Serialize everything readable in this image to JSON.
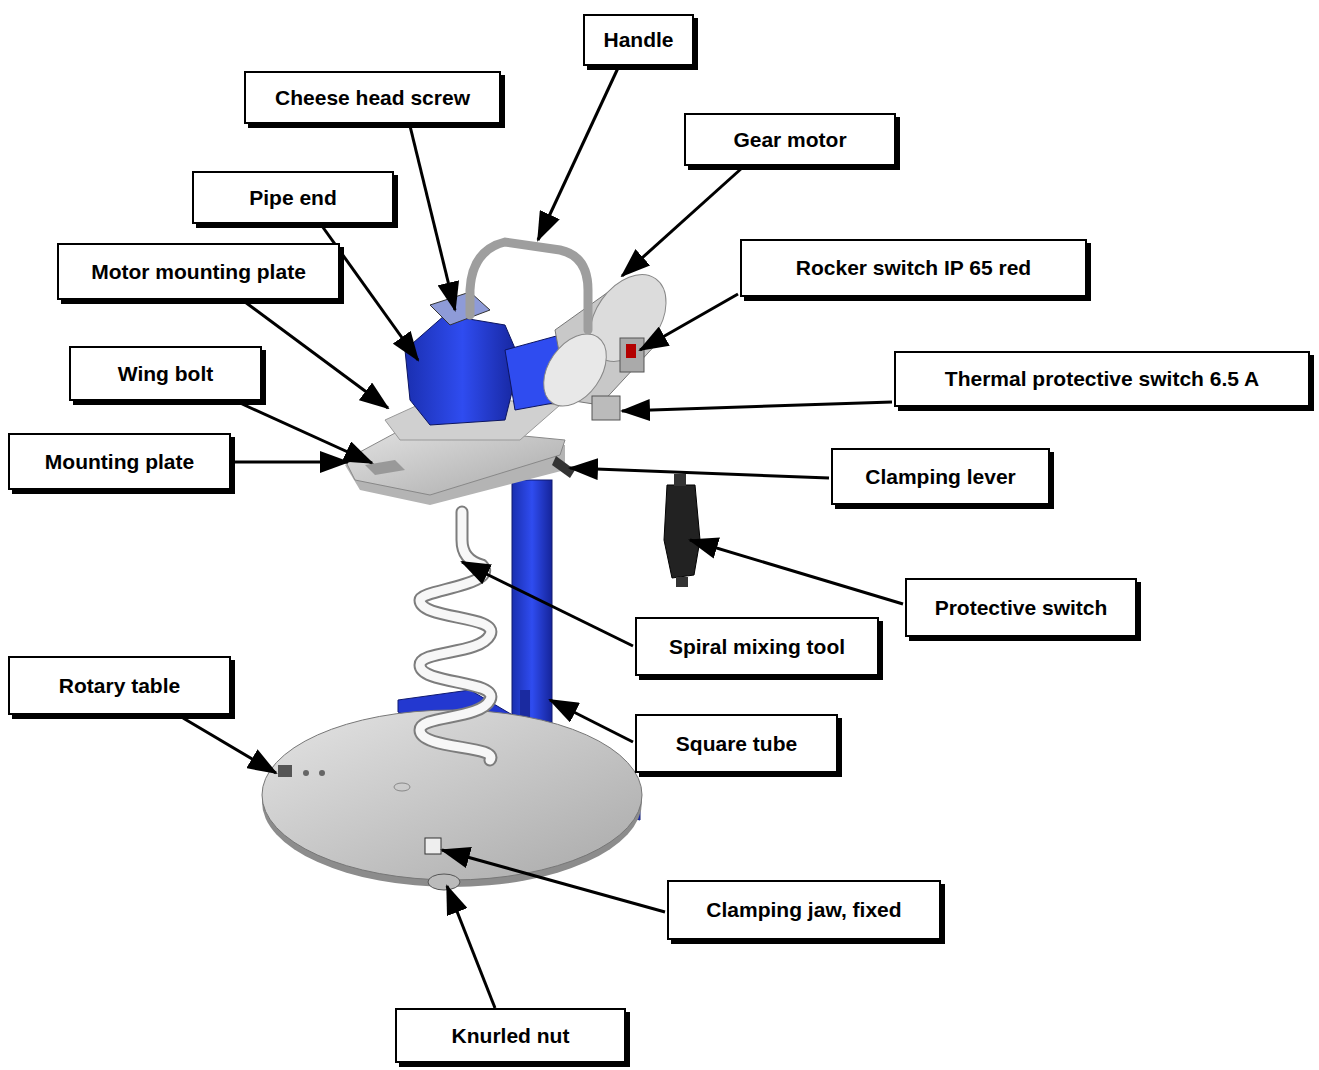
{
  "diagram": {
    "nodes": [
      {
        "text": [
          "Handle"
        ]
      },
      {
        "text": [
          "Cheese head screw"
        ]
      },
      {
        "text": [
          "Gear motor"
        ]
      },
      {
        "text": [
          "Pipe end"
        ]
      },
      {
        "text": [
          "Rocker switch IP 65 red"
        ]
      },
      {
        "text": [
          "Motor mounting plate"
        ]
      },
      {
        "text": [
          "Wing bolt"
        ]
      },
      {
        "text": [
          "Thermal protective switch 6.5 A"
        ]
      },
      {
        "text": [
          "Mounting plate"
        ]
      },
      {
        "text": [
          "Clamping lever"
        ]
      },
      {
        "text": [
          "Protective switch"
        ]
      },
      {
        "text": [
          "Spiral mixing tool"
        ]
      },
      {
        "text": [
          "Rotary table"
        ]
      },
      {
        "text": [
          "Square tube"
        ]
      },
      {
        "text": [
          "Clamping jaw, fixed"
        ]
      },
      {
        "text": [
          "Knurled nut"
        ]
      }
    ]
  }
}
